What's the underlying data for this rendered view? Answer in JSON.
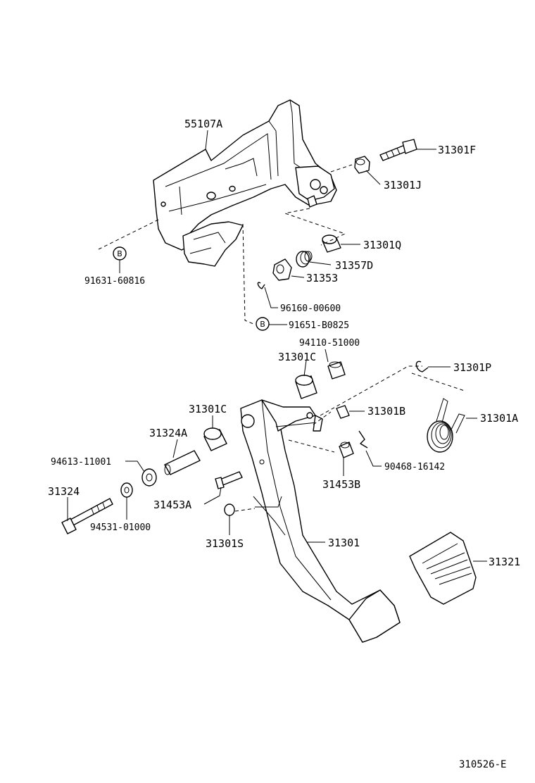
{
  "labels": {
    "p55107A": "55107A",
    "p31301F": "31301F",
    "p31301J": "31301J",
    "p31301Q": "31301Q",
    "p31357D": "31357D",
    "p31353": "31353",
    "p96160": "96160-00600",
    "p91651": "91651-B0825",
    "p91631": "91631-60816",
    "p94110": "94110-51000",
    "p31301C_a": "31301C",
    "p31301P": "31301P",
    "p31301C_b": "31301C",
    "p31301B": "31301B",
    "p31301A": "31301A",
    "p31324A": "31324A",
    "p94613": "94613-11001",
    "p90468": "90468-16142",
    "p31453B": "31453B",
    "p31324": "31324",
    "p31453A": "31453A",
    "p94531": "94531-01000",
    "p31301S": "31301S",
    "p31301": "31301",
    "p31321": "31321"
  },
  "callout_letter": "B",
  "reference_code": "310526-E"
}
